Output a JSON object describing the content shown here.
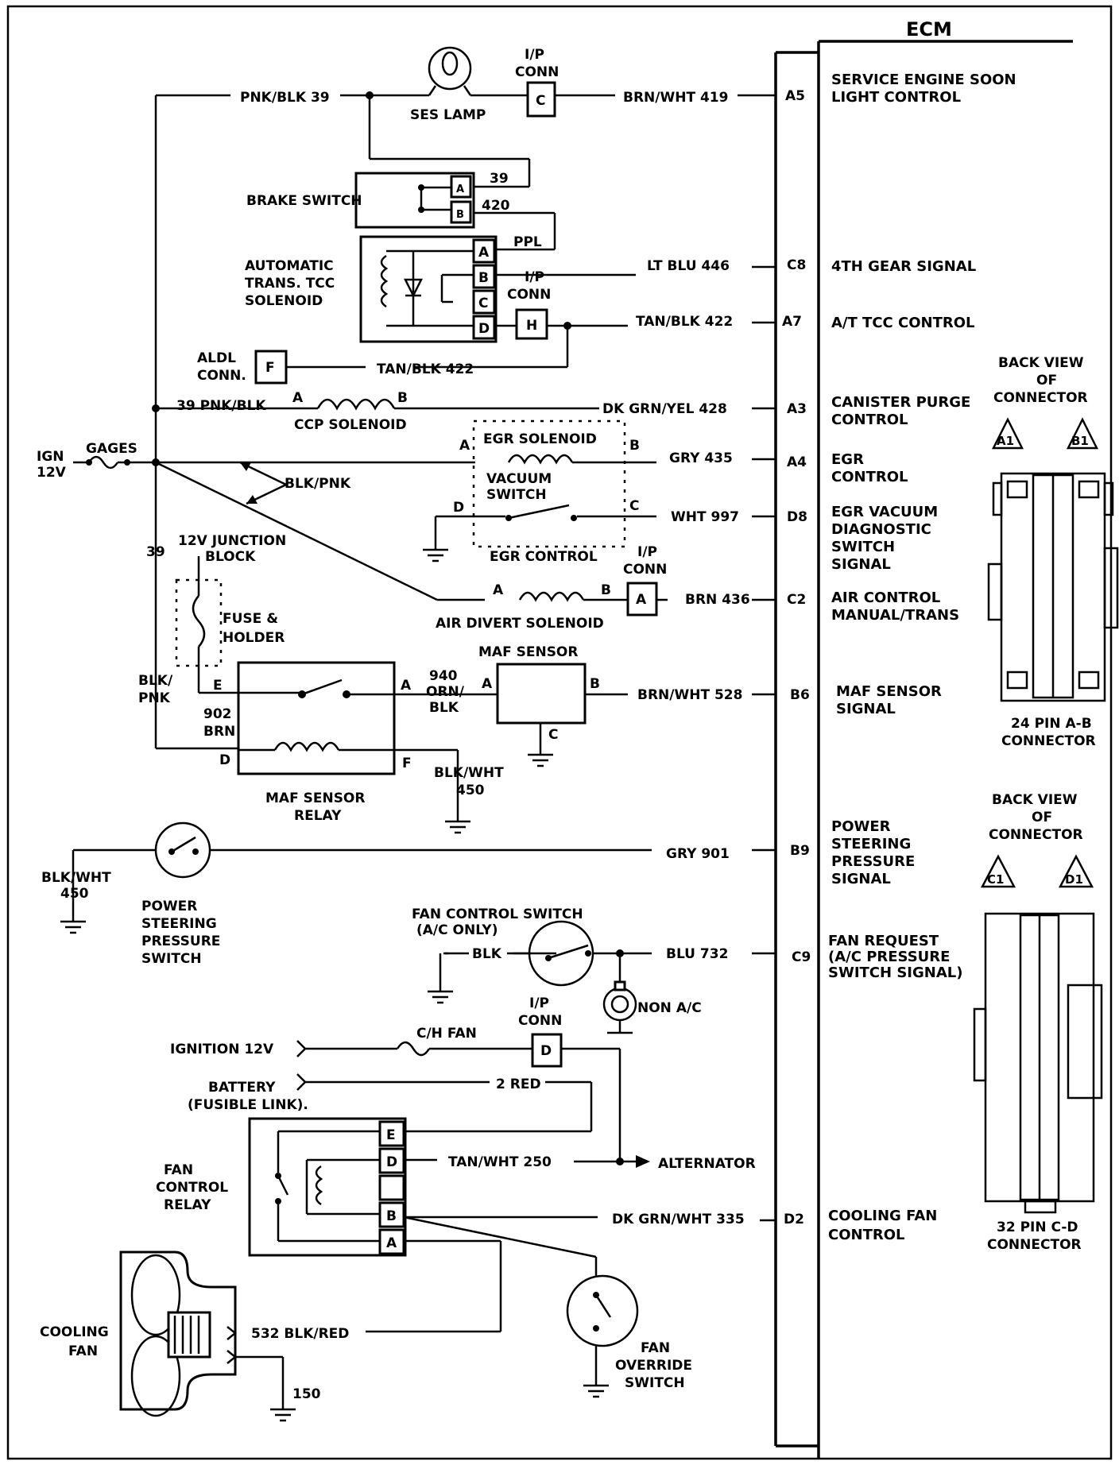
{
  "ecm": {
    "title": "ECM",
    "pins": [
      "A5",
      "C8",
      "A7",
      "A3",
      "A4",
      "D8",
      "C2",
      "B6",
      "B9",
      "C9",
      "D2"
    ],
    "signals": {
      "a5": [
        "SERVICE ENGINE SOON",
        "LIGHT CONTROL"
      ],
      "c8": [
        "4TH GEAR SIGNAL"
      ],
      "a7": [
        "A/T TCC CONTROL"
      ],
      "a3": [
        "CANISTER PURGE",
        "CONTROL"
      ],
      "a4": [
        "EGR",
        "CONTROL"
      ],
      "d8": [
        "EGR  VACUUM",
        "DIAGNOSTIC",
        "SWITCH",
        "SIGNAL"
      ],
      "c2": [
        "AIR CONTROL",
        "MANUAL/TRANS"
      ],
      "b6": [
        "MAF SENSOR",
        "SIGNAL"
      ],
      "b9": [
        "POWER",
        "STEERING",
        "PRESSURE",
        "SIGNAL"
      ],
      "c9": [
        "FAN REQUEST",
        "(A/C PRESSURE",
        "SWITCH SIGNAL)"
      ],
      "d2": [
        "COOLING FAN",
        "CONTROL"
      ]
    }
  },
  "wires": {
    "pnk_blk_39": "PNK/BLK 39",
    "brn_wht_419": "BRN/WHT  419",
    "w39": "39",
    "w420": "420",
    "ppl": "PPL",
    "lt_blu_446": "LT BLU 446",
    "tan_blk_422a": "TAN/BLK 422",
    "tan_blk_422b": "TAN/BLK 422",
    "pnk_blk_39b": "39 PNK/BLK",
    "dk_grn_yel_428": "DK GRN/YEL 428",
    "gry_435": "GRY  435",
    "blk_pnk": "BLK/PNK",
    "wht_997": "WHT 997",
    "brn_436": "BRN 436",
    "brn_wht_528": "BRN/WHT 528",
    "gry_901": "GRY 901",
    "blu_732": "BLU 732",
    "blk": "BLK",
    "two_red": "2 RED",
    "tan_wht_250": "TAN/WHT 250",
    "dk_grn_wht_335": "DK GRN/WHT 335",
    "blk_red_532": "532 BLK/RED",
    "w150": "150",
    "w39c": "39",
    "blk_pnk_v": [
      "BLK/",
      "PNK"
    ],
    "brn_902": [
      "902",
      "BRN"
    ],
    "orn_blk_940": [
      "940",
      "ORN/",
      "BLK"
    ],
    "blk_wht_450a": [
      "BLK/WHT",
      "450"
    ],
    "blk_wht_450b": [
      "BLK/WHT",
      "450"
    ],
    "ign_12v": [
      "IGN",
      "12V"
    ],
    "gages": "GAGES"
  },
  "components": {
    "ses_lamp": "SES LAMP",
    "ip_conn": [
      "I/P",
      "CONN"
    ],
    "conn_c": "C",
    "conn_h": "H",
    "conn_a": "A",
    "conn_d": "D",
    "conn_f": "F",
    "brake_switch": "BRAKE SWITCH",
    "tcc_solenoid": [
      "AUTOMATIC",
      "TRANS. TCC",
      "SOLENOID"
    ],
    "aldl": [
      "ALDL",
      "CONN."
    ],
    "ccp_solenoid": "CCP SOLENOID",
    "egr_solenoid": "EGR SOLENOID",
    "vacuum_switch": [
      "VACUUM",
      "SWITCH"
    ],
    "egr_control": "EGR CONTROL",
    "air_divert": "AIR DIVERT SOLENOID",
    "junction_block": [
      "12V JUNCTION",
      "BLOCK"
    ],
    "fuse_holder": [
      "FUSE &",
      "HOLDER"
    ],
    "maf_sensor": "MAF SENSOR",
    "maf_relay": [
      "MAF SENSOR",
      "RELAY"
    ],
    "ps_switch": [
      "POWER",
      "STEERING",
      "PRESSURE",
      "SWITCH"
    ],
    "fan_control_switch": [
      "FAN CONTROL SWITCH",
      "(A/C ONLY)"
    ],
    "non_ac": "NON A/C",
    "ignition_12v": "IGNITION 12V",
    "battery": [
      "BATTERY",
      "(FUSIBLE LINK)."
    ],
    "ch_fan": "C/H FAN",
    "alternator": "ALTERNATOR",
    "fan_relay": [
      "FAN",
      "CONTROL",
      "RELAY"
    ],
    "cooling_fan": [
      "COOLING",
      "FAN"
    ],
    "fan_override": [
      "FAN",
      "OVERRIDE",
      "SWITCH"
    ]
  },
  "connectors": {
    "ab": {
      "back_view": [
        "BACK VIEW",
        "OF",
        "CONNECTOR"
      ],
      "tri1": "A1",
      "tri2": "B1",
      "caption": [
        "24 PIN  A-B",
        "CONNECTOR"
      ]
    },
    "cd": {
      "back_view": [
        "BACK VIEW",
        "OF",
        "CONNECTOR"
      ],
      "tri1": "C1",
      "tri2": "D1",
      "caption": [
        "32  PIN C-D",
        "CONNECTOR"
      ]
    }
  },
  "pin_letters": {
    "tcc": [
      "A",
      "B",
      "C",
      "D"
    ],
    "brake": [
      "A",
      "B"
    ],
    "fan_relay": [
      "E",
      "D",
      "B",
      "A"
    ],
    "ccp": [
      "A",
      "B"
    ],
    "egr": [
      "A",
      "B",
      "C",
      "D"
    ],
    "air": [
      "A",
      "B"
    ],
    "maf": [
      "A",
      "B",
      "C"
    ],
    "maf_relay": [
      "E",
      "A",
      "D",
      "F"
    ]
  }
}
